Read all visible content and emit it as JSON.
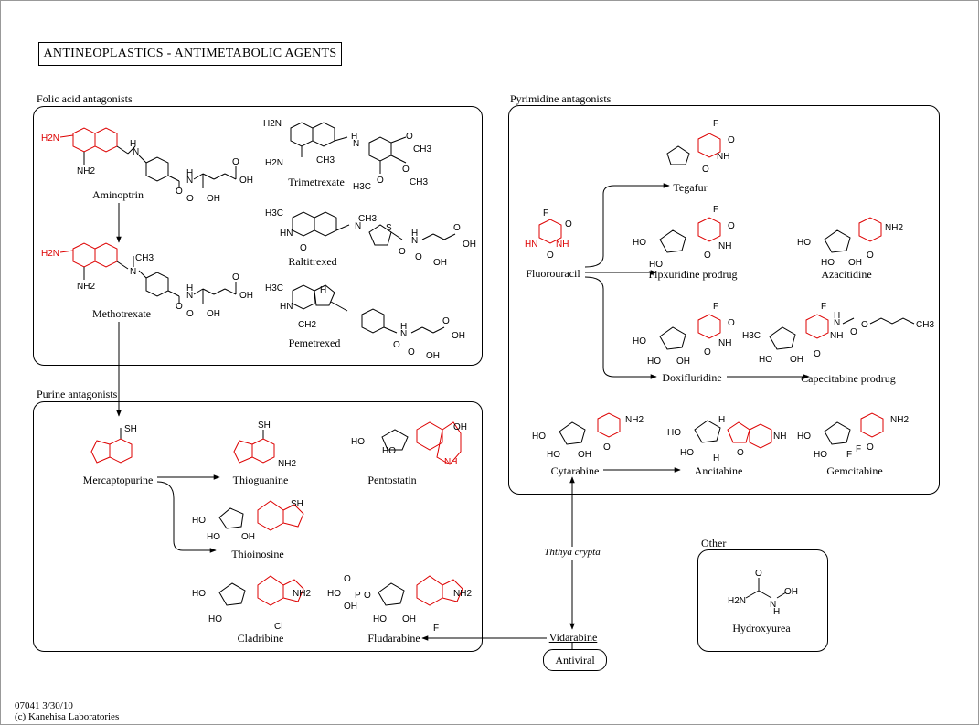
{
  "page": {
    "title": "ANTINEOPLASTICS - ANTIMETABOLIC  AGENTS",
    "footer_id": "07041 3/30/10",
    "footer_copyright": "(c) Kanehisa Laboratories"
  },
  "groups": {
    "folic": "Folic acid antagonists",
    "purine": "Purine antagonists",
    "pyrimidine": "Pyrimidine antagonists",
    "other": "Other"
  },
  "compounds": {
    "aminoptrin": "Aminoptrin",
    "methotrexate": "Methotrexate",
    "trimetrexate": "Trimetrexate",
    "raltitrexed": "Raltitrexed",
    "pemetrexed": "Pemetrexed",
    "mercaptopurine": "Mercaptopurine",
    "thioguanine": "Thioguanine",
    "pentostatin": "Pentostatin",
    "thioinosine": "Thioinosine",
    "cladribine": "Cladribine",
    "fludarabine": "Fludarabine",
    "tegafur": "Tegafur",
    "fluorouracil": "Fluorouracil",
    "flpxuridine": "Flpxuridine prodrug",
    "azacitidine": "Azacitidine",
    "doxifluridine": "Doxifluridine",
    "capecitabine": "Capecitabine prodrug",
    "cytarabine": "Cytarabine",
    "ancitabine": "Ancitabine",
    "gemcitabine": "Gemcitabine",
    "vidarabine": "Vidarabine",
    "hydroxyurea": "Hydroxyurea"
  },
  "annotations": {
    "source_organism": "Ththya crypta",
    "antiviral": "Antiviral"
  },
  "colors": {
    "ring_highlight": "#dd0000",
    "line": "#000000"
  }
}
